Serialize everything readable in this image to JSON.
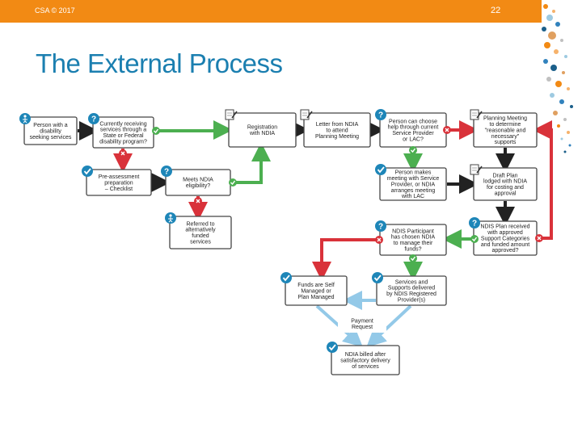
{
  "header": {
    "footer": "CSA © 2017",
    "page_number": "22",
    "bar_color": "#f28a14"
  },
  "title": "The External Process",
  "colors": {
    "accent": "#1b7fb0",
    "box_stroke": "#444444",
    "red_arrow": "#d9323a",
    "green_arrow": "#4caf50",
    "blue_arrow": "#93c9e8",
    "icon_blue": "#1e86b8",
    "check_green": "#4caf50"
  },
  "nodes": [
    {
      "id": "person",
      "lines": [
        "Person with a",
        "disability",
        "seeking services"
      ],
      "icon": "person-icon"
    },
    {
      "id": "receiving",
      "lines": [
        "Currently receiving",
        "services through a",
        "State or Federal",
        "disability program?"
      ],
      "icon": "question-icon"
    },
    {
      "id": "registration",
      "lines": [
        "Registration",
        "with NDIA"
      ],
      "icon": "form-icon"
    },
    {
      "id": "letter",
      "lines": [
        "Letter from NDIA",
        "to attend",
        "Planning Meeting"
      ],
      "icon": "form-icon"
    },
    {
      "id": "choose",
      "lines": [
        "Person can choose",
        "help through current",
        "Service Provider",
        "or LAC?"
      ],
      "icon": "question-icon"
    },
    {
      "id": "planning",
      "lines": [
        "Planning Meeting",
        "to determine",
        "\"reasonable and",
        "necessary\"",
        "supports"
      ],
      "icon": "form-icon"
    },
    {
      "id": "preassess",
      "lines": [
        "Pre-assessment",
        "preparation",
        "– Checklist"
      ],
      "icon": "check-icon"
    },
    {
      "id": "meets",
      "lines": [
        "Meets NDIA",
        "eligibility?"
      ],
      "icon": "question-icon"
    },
    {
      "id": "meeting",
      "lines": [
        "Person makes",
        "meeting with Service",
        "Provider, or NDIA",
        "arranges meeting",
        "with LAC"
      ],
      "icon": "check-icon"
    },
    {
      "id": "draft",
      "lines": [
        "Draft Plan",
        "lodged with NDIA",
        "for costing and",
        "approval"
      ],
      "icon": "form-icon"
    },
    {
      "id": "referred",
      "lines": [
        "Referred to",
        "alternatively",
        "funded",
        "services"
      ],
      "icon": "person-icon"
    },
    {
      "id": "chosen",
      "lines": [
        "NDIS Participant",
        "has chosen NDIA",
        "to manage their",
        "funds?"
      ],
      "icon": "question-icon"
    },
    {
      "id": "received",
      "lines": [
        "NDIS Plan received",
        "with approved",
        "Support Categories",
        "and funded amount",
        "approved?"
      ],
      "icon": "question-icon"
    },
    {
      "id": "selfmanaged",
      "lines": [
        "Funds are Self",
        "Managed or",
        "Plan Managed"
      ],
      "icon": "check-icon"
    },
    {
      "id": "delivered",
      "lines": [
        "Services and",
        "Supports delivered",
        "by NDIS Registered",
        "Provider(s)"
      ],
      "icon": "check-icon"
    },
    {
      "id": "payment",
      "lines": [
        "Payment",
        "Request"
      ],
      "icon": ""
    },
    {
      "id": "billed",
      "lines": [
        "NDIA billed after",
        "satisfactory delivery",
        "of services"
      ],
      "icon": "check-icon"
    }
  ]
}
